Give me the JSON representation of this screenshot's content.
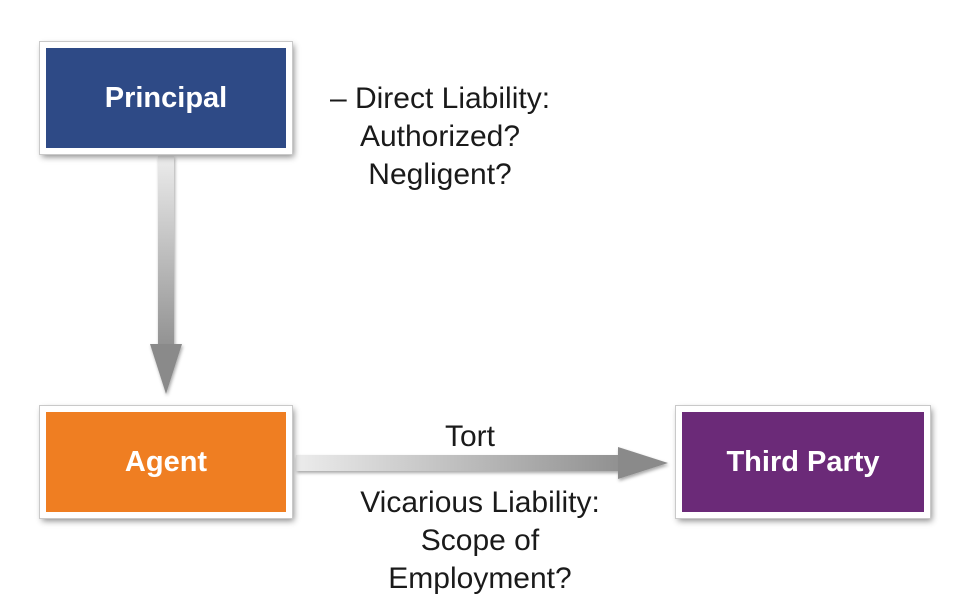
{
  "nodes": {
    "principal": {
      "label": "Principal",
      "color": "#2e4a86"
    },
    "agent": {
      "label": "Agent",
      "color": "#ef7e22"
    },
    "third_party": {
      "label": "Third Party",
      "color": "#6b2a78"
    }
  },
  "annotations": {
    "direct_liability": [
      "– Direct Liability:",
      "Authorized?",
      "Negligent?"
    ],
    "tort": "Tort",
    "vicarious_liability": [
      "Vicarious Liability:",
      "Scope of",
      "Employment?"
    ]
  },
  "colors": {
    "arrow_light": "#e8e8e8",
    "arrow_dark": "#8a8a8a"
  }
}
